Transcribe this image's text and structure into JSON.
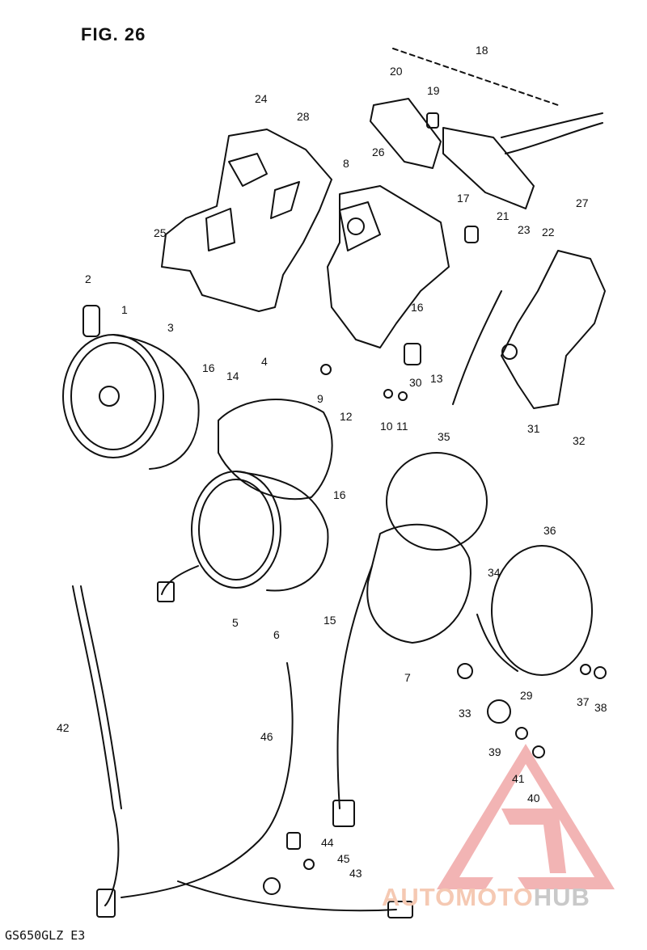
{
  "figure": {
    "title": "FIG. 26",
    "model_code": "GS650GLZ E3"
  },
  "watermark": {
    "brand_part1": "AUTOMOTO",
    "brand_part2": "HUB",
    "logo_color": "#f0a8a8",
    "text_color_1": "#f5c9b3",
    "text_color_2": "#c9c9c9"
  },
  "callouts": [
    "1",
    "2",
    "3",
    "4",
    "5",
    "6",
    "7",
    "8",
    "9",
    "10",
    "11",
    "12",
    "13",
    "14",
    "15",
    "16",
    "16",
    "16",
    "17",
    "18",
    "19",
    "20",
    "21",
    "22",
    "23",
    "24",
    "25",
    "26",
    "27",
    "28",
    "29",
    "30",
    "31",
    "32",
    "33",
    "34",
    "35",
    "36",
    "37",
    "38",
    "39",
    "40",
    "41",
    "42",
    "43",
    "44",
    "45",
    "46"
  ]
}
